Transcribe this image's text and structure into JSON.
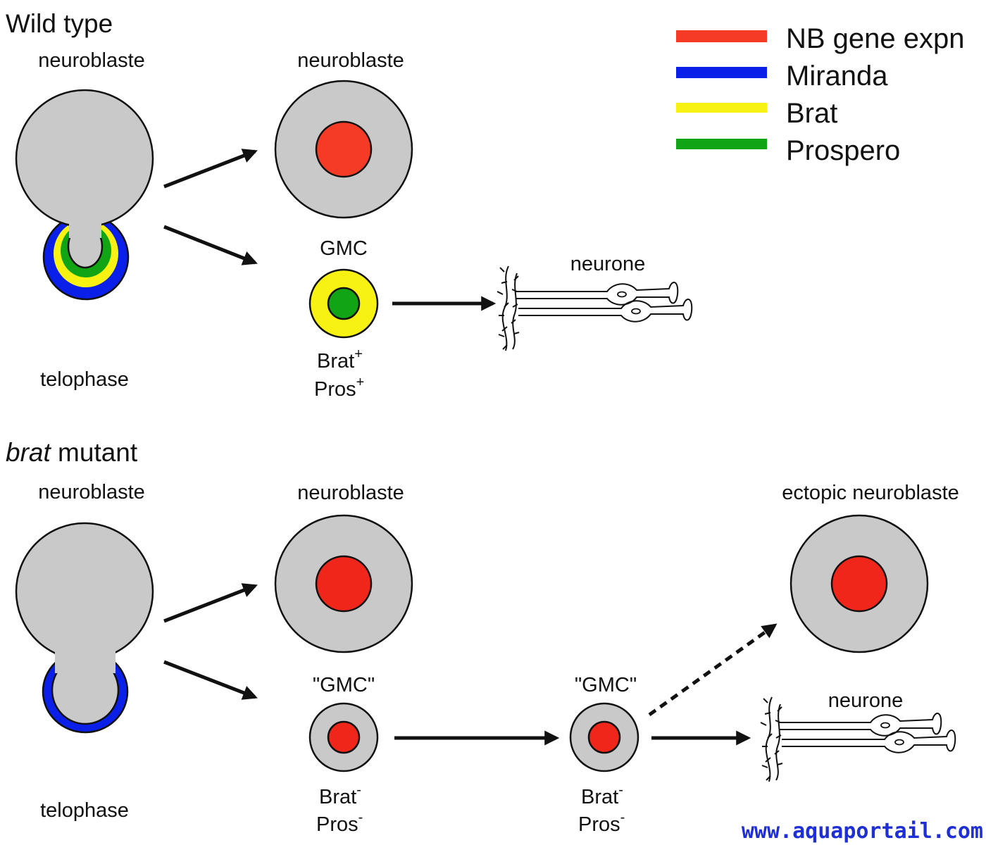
{
  "wild_type": {
    "title": "Wild type",
    "mother_label": "neuroblaste",
    "telophase_label": "telophase",
    "daughter_nb_label": "neuroblaste",
    "gmc_label": "GMC",
    "gmc_brat": "Brat",
    "gmc_brat_sign": "+",
    "gmc_pros": "Pros",
    "gmc_pros_sign": "+",
    "neurone_label": "neurone"
  },
  "brat_mutant": {
    "title_italic": "brat",
    "title_rest": " mutant",
    "mother_label": "neuroblaste",
    "telophase_label": "telophase",
    "daughter_nb_label": "neuroblaste",
    "gmc1_label": "\"GMC\"",
    "gmc1_brat": "Brat",
    "gmc1_brat_sign": "-",
    "gmc1_pros": "Pros",
    "gmc1_pros_sign": "-",
    "gmc2_label": "\"GMC\"",
    "gmc2_brat": "Brat",
    "gmc2_brat_sign": "-",
    "gmc2_pros": "Pros",
    "gmc2_pros_sign": "-",
    "ectopic_label": "ectopic neuroblaste",
    "neurone_label": "neurone"
  },
  "legend": {
    "items": [
      {
        "label": "NB gene expn",
        "color": "#f53a26"
      },
      {
        "label": "Miranda",
        "color": "#0a1fe8"
      },
      {
        "label": "Brat",
        "color": "#f7f212"
      },
      {
        "label": "Prospero",
        "color": "#11a516"
      }
    ]
  },
  "colors": {
    "cell_gray": "#c9c9c9",
    "nucleus_red": "#f0261a",
    "miranda_blue": "#0a1fe8",
    "brat_yellow": "#f7f212",
    "prospero_green": "#11a516"
  },
  "watermark": "www.aquaportail.com"
}
